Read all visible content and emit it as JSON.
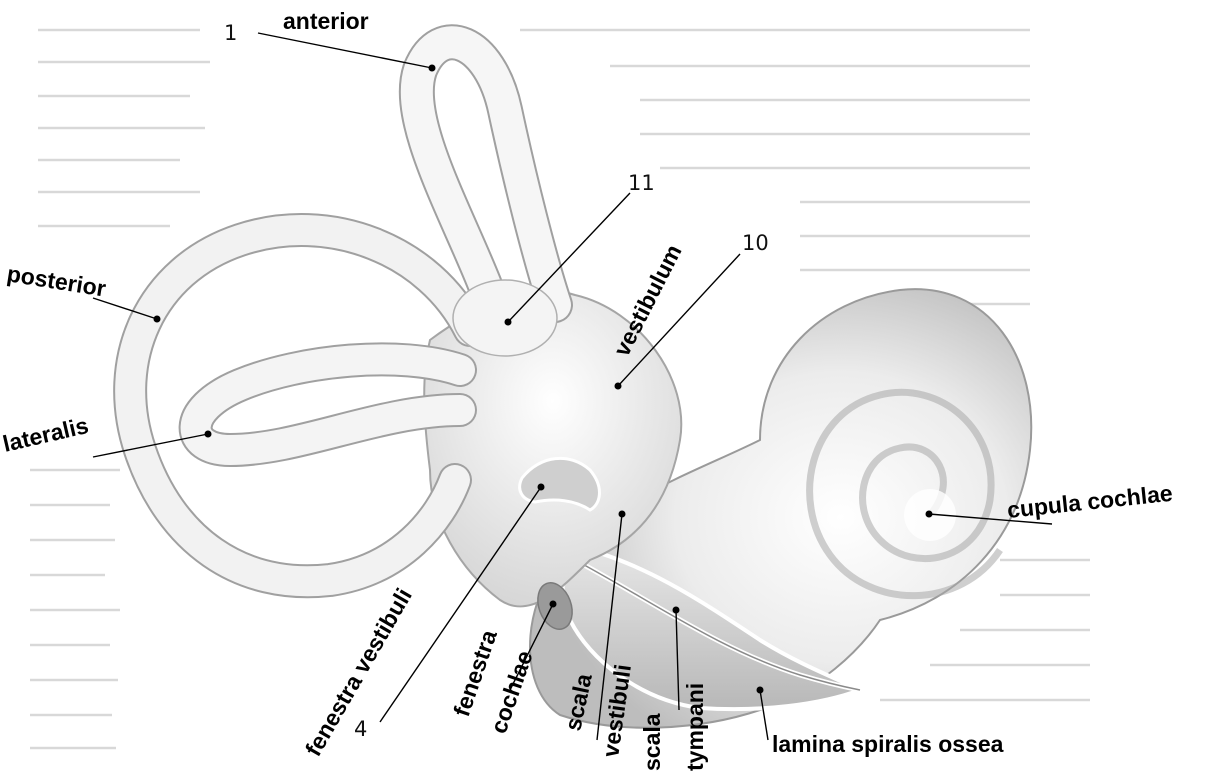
{
  "labels": {
    "anterior": "anterior",
    "posterior": "posterior",
    "lateralis": "lateralis",
    "vestibulum": "vestibulum",
    "cupula_cochlae": "cupula cochlae",
    "fenestra_vestibuli": "fenestra vestibuli",
    "fenestra_cochlae_line1": "fenestra",
    "fenestra_cochlae_line2": "cochlae",
    "scala_vestibuli_line1": "scala",
    "scala_vestibuli_line2": "vestibuli",
    "scala_tympani_line1": "scala",
    "scala_tympani_line2": "tympani",
    "lamina_spiralis_ossea": "lamina spiralis ossea"
  },
  "numbers": {
    "n1": "1",
    "n4": "4",
    "n10": "10",
    "n11": "11"
  }
}
